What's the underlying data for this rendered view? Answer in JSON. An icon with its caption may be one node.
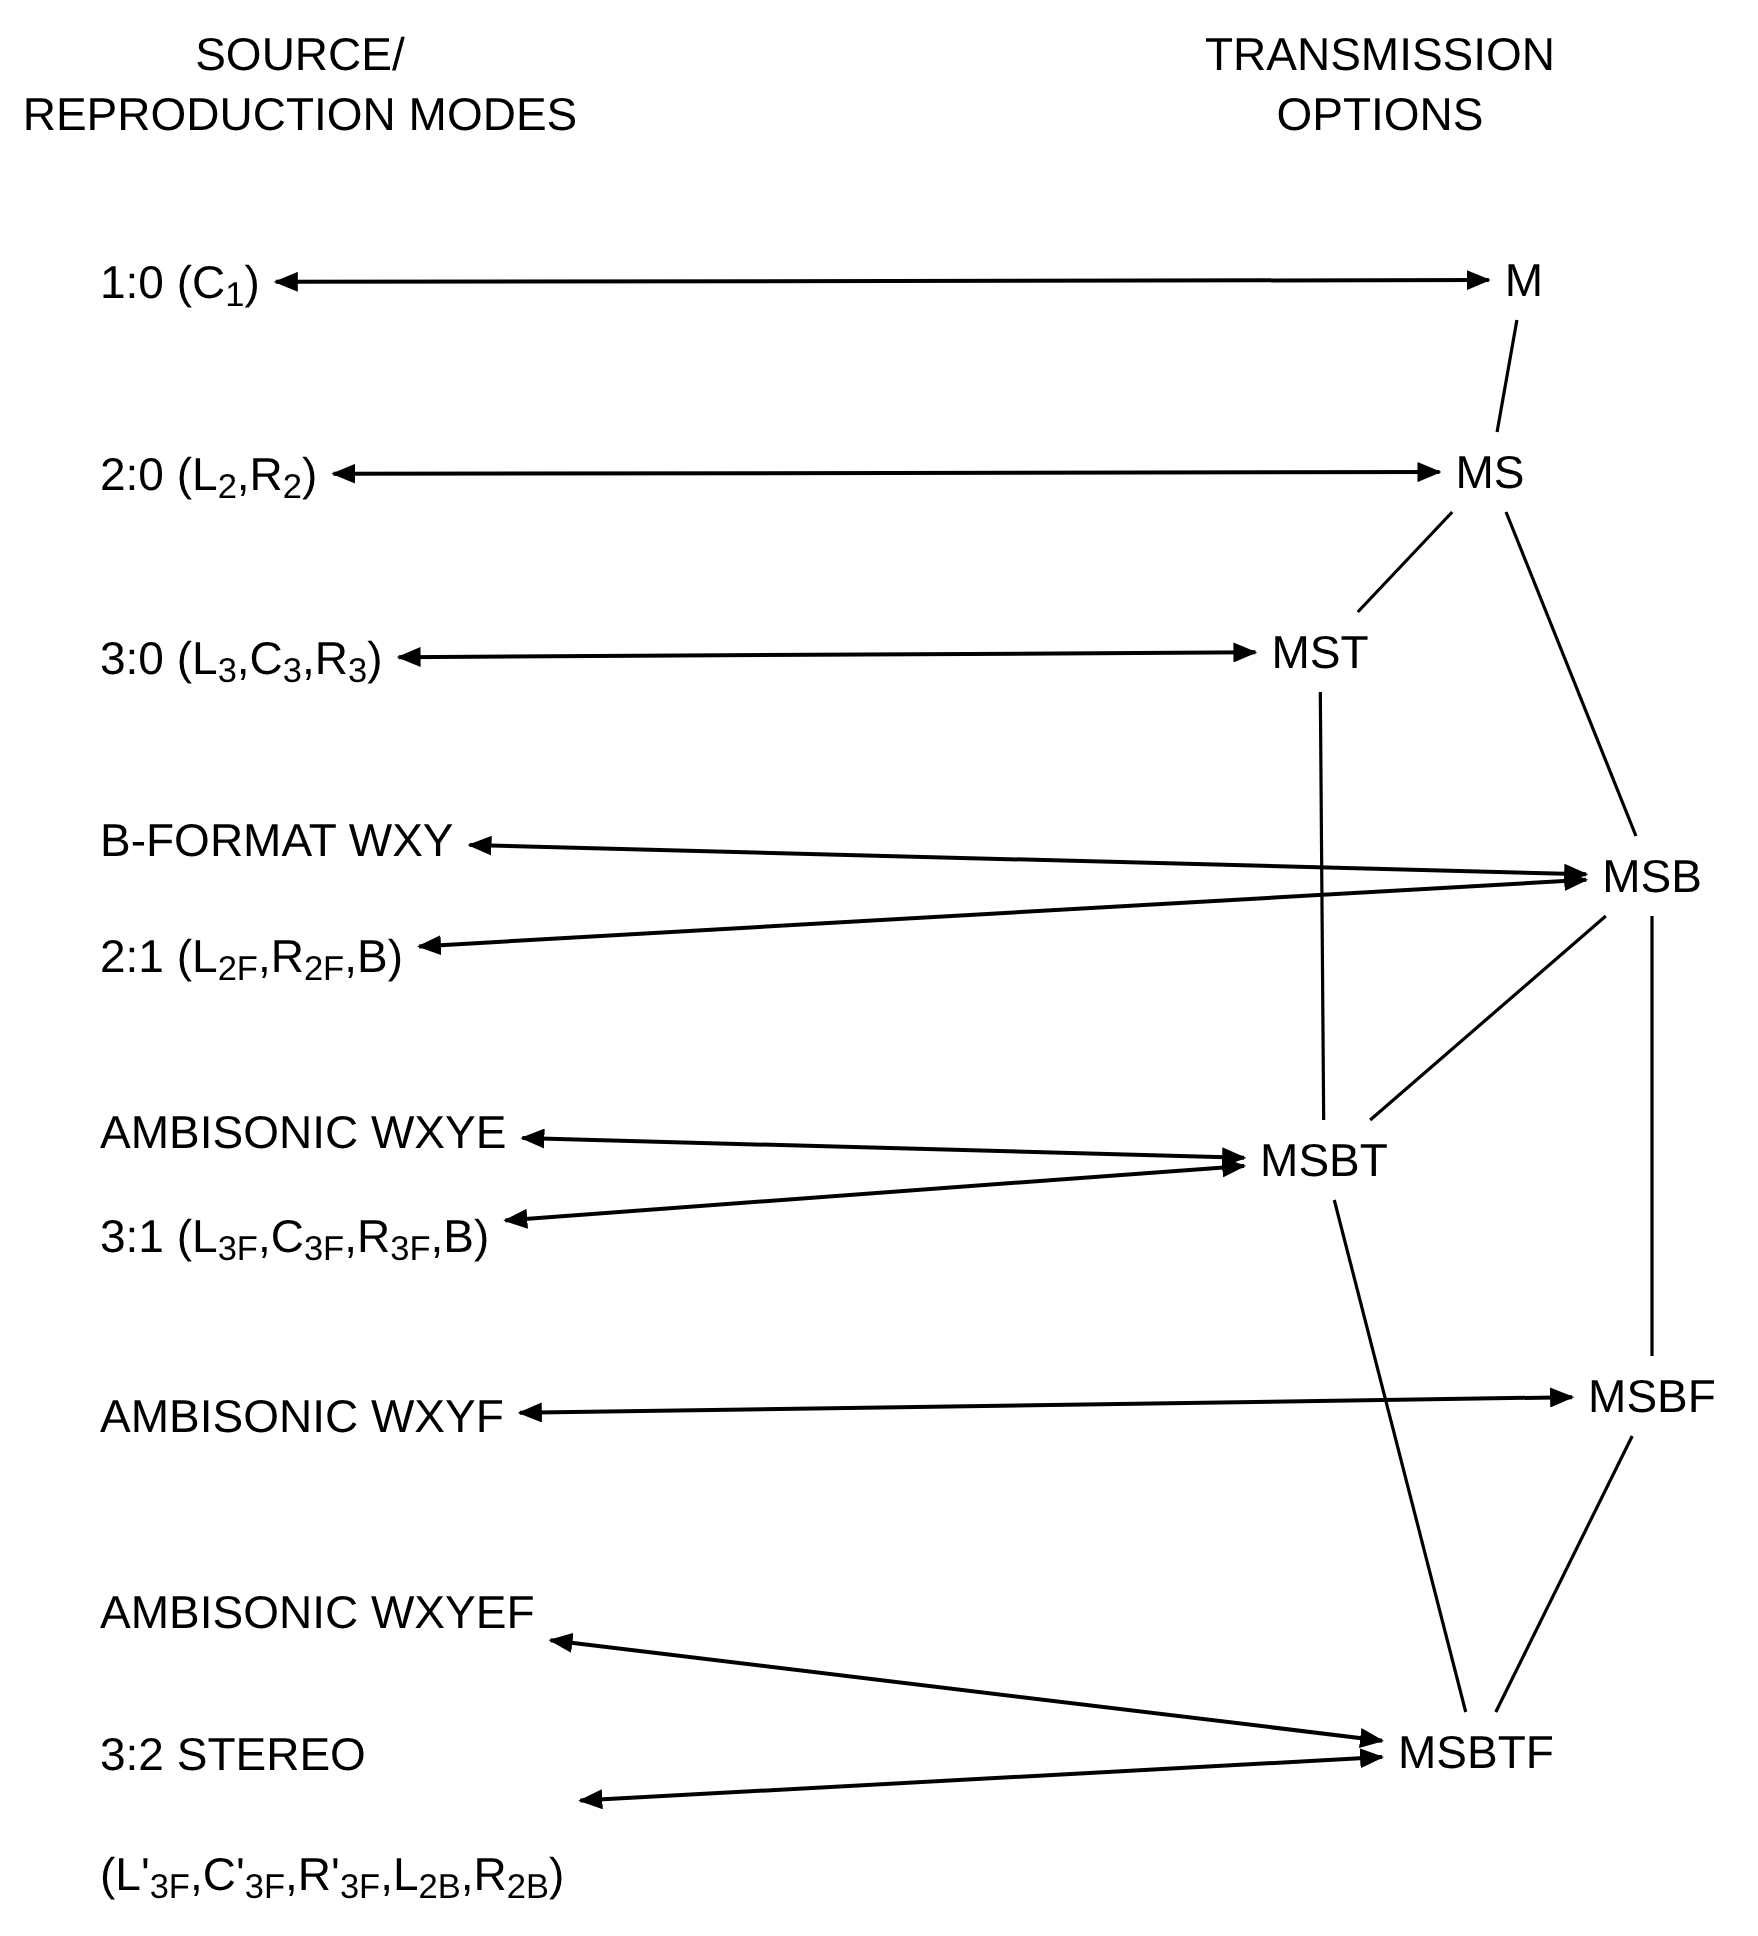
{
  "diagram": {
    "nodes": [
      {
        "text": [
          "1:0 (C$_{1}$)"
        ]
      },
      {
        "text": [
          "2:0 (L$_{2}$,R$_{2}$)"
        ]
      },
      {
        "text": [
          "3:0 (L$_{3}$,C$_{3}$,R$_{3}$)"
        ]
      },
      {
        "text": [
          "B-FORMAT WXY"
        ]
      },
      {
        "text": [
          "2:1 (L$_{2F}$,R$_{2F}$,B)"
        ]
      },
      {
        "text": [
          "AMBISONIC WXYE"
        ]
      },
      {
        "text": [
          "3:1 (L$_{3F}$,C$_{3F}$,R$_{3F}$,B)"
        ]
      },
      {
        "text": [
          "AMBISONIC WXYF"
        ]
      },
      {
        "text": [
          "AMBISONIC WXYEF"
        ]
      },
      {
        "text": [
          "3:2 STEREO",
          "(L'$_{3F}$,C'$_{3F}$,R'$_{3F}$,L$_{2B}$,R$_{2B}$)"
        ]
      },
      {
        "text": [
          "M"
        ]
      },
      {
        "text": [
          "MS"
        ]
      },
      {
        "text": [
          "MST"
        ]
      },
      {
        "text": [
          "MSB"
        ]
      },
      {
        "text": [
          "MSBT"
        ]
      },
      {
        "text": [
          "MSBF"
        ]
      },
      {
        "text": [
          "MSBTF"
        ]
      }
    ],
    "edges": [
      {
        "from": 0,
        "to": 10,
        "arrow": "both"
      },
      {
        "from": 1,
        "to": 11,
        "arrow": "both"
      },
      {
        "from": 2,
        "to": 12,
        "arrow": "both"
      },
      {
        "from": 3,
        "to": 13,
        "arrow": "both"
      },
      {
        "from": 4,
        "to": 13,
        "arrow": "both"
      },
      {
        "from": 5,
        "to": 14,
        "arrow": "both"
      },
      {
        "from": 6,
        "to": 14,
        "arrow": "both"
      },
      {
        "from": 7,
        "to": 15,
        "arrow": "both"
      },
      {
        "from": 8,
        "to": 16,
        "arrow": "both"
      },
      {
        "from": 9,
        "to": 16,
        "arrow": "both"
      },
      {
        "from": 10,
        "to": 11,
        "arrow": "none"
      },
      {
        "from": 11,
        "to": 12,
        "arrow": "none"
      },
      {
        "from": 11,
        "to": 13,
        "arrow": "none"
      },
      {
        "from": 12,
        "to": 14,
        "arrow": "none"
      },
      {
        "from": 13,
        "to": 14,
        "arrow": "none"
      },
      {
        "from": 13,
        "to": 15,
        "arrow": "none"
      },
      {
        "from": 14,
        "to": 16,
        "arrow": "none"
      },
      {
        "from": 15,
        "to": 16,
        "arrow": "none"
      }
    ],
    "labels": [
      "SOURCE/ REPRODUCTION MODES",
      "TRANSMISSION OPTIONS"
    ]
  }
}
